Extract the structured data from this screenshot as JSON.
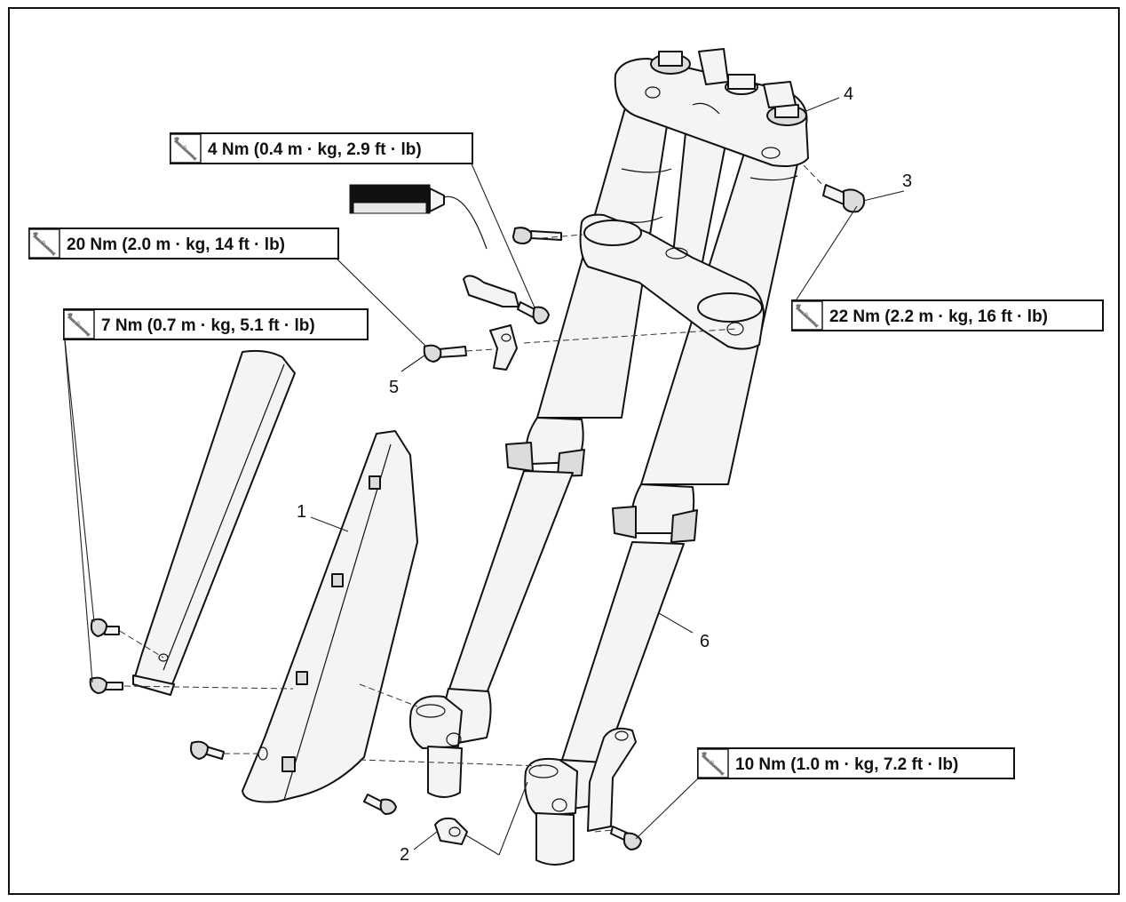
{
  "torque_specs": [
    {
      "id": "t1",
      "text": "4 Nm (0.4 m · kg, 2.9 ft · lb)"
    },
    {
      "id": "t2",
      "text": "20 Nm (2.0 m · kg, 14 ft · lb)"
    },
    {
      "id": "t3",
      "text": "7 Nm (0.7 m · kg, 5.1 ft · lb)"
    },
    {
      "id": "t4",
      "text": "22 Nm (2.2 m · kg, 16 ft · lb)"
    },
    {
      "id": "t5",
      "text": "10 Nm (1.0 m · kg, 7.2 ft · lb)"
    }
  ],
  "callouts": [
    "1",
    "2",
    "3",
    "4",
    "5",
    "6"
  ],
  "icons": {
    "torque": "torque-wrench-icon",
    "lubricant": "lubricant-tube-icon"
  }
}
